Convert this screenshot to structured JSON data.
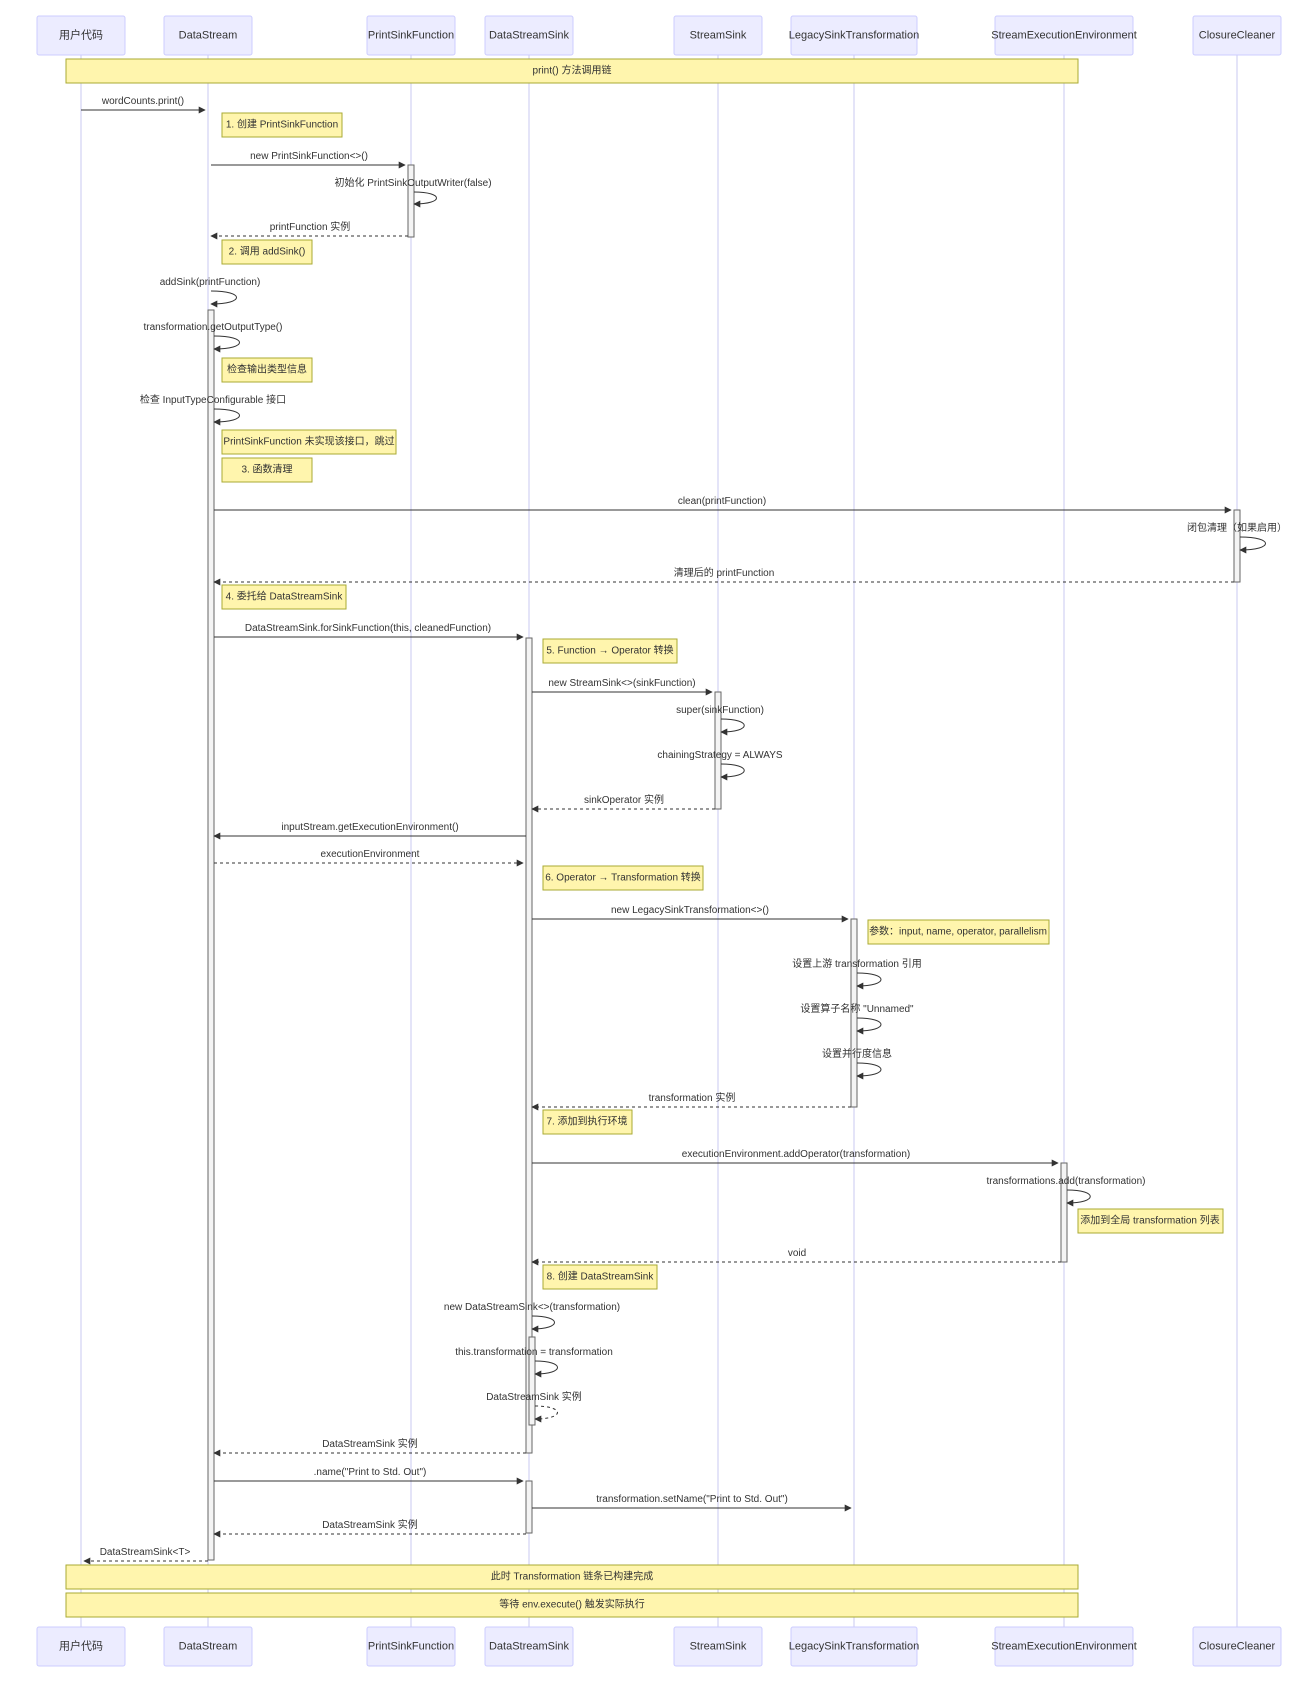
{
  "actors": [
    {
      "id": "user",
      "label": "用户代码"
    },
    {
      "id": "ds",
      "label": "DataStream"
    },
    {
      "id": "psf",
      "label": "PrintSinkFunction"
    },
    {
      "id": "dss",
      "label": "DataStreamSink"
    },
    {
      "id": "ss",
      "label": "StreamSink"
    },
    {
      "id": "lst",
      "label": "LegacySinkTransformation"
    },
    {
      "id": "see",
      "label": "StreamExecutionEnvironment"
    },
    {
      "id": "cc",
      "label": "ClosureCleaner"
    }
  ],
  "notes": [
    {
      "id": "n0",
      "text": "print() 方法调用链"
    },
    {
      "id": "n1",
      "text": "1. 创建 PrintSinkFunction"
    },
    {
      "id": "n2",
      "text": "2. 调用 addSink()"
    },
    {
      "id": "n3",
      "text": "检查输出类型信息"
    },
    {
      "id": "n4",
      "text": "PrintSinkFunction 未实现该接口，跳过"
    },
    {
      "id": "n5",
      "text": "3. 函数清理"
    },
    {
      "id": "n6",
      "text": "4. 委托给 DataStreamSink"
    },
    {
      "id": "n7",
      "text": "5. Function → Operator 转换"
    },
    {
      "id": "n8",
      "text": "6. Operator → Transformation 转换"
    },
    {
      "id": "n9",
      "text": "参数：input, name, operator, parallelism"
    },
    {
      "id": "n10",
      "text": "7. 添加到执行环境"
    },
    {
      "id": "n11",
      "text": "添加到全局 transformation 列表"
    },
    {
      "id": "n12",
      "text": "8. 创建 DataStreamSink"
    },
    {
      "id": "n13",
      "text": "此时 Transformation 链条已构建完成"
    },
    {
      "id": "n14",
      "text": "等待 env.execute() 触发实际执行"
    }
  ],
  "messages": [
    {
      "id": "m0",
      "from": "user",
      "to": "ds",
      "text": "wordCounts.print()",
      "type": "solid"
    },
    {
      "id": "m1",
      "from": "ds",
      "to": "psf",
      "text": "new PrintSinkFunction<>()",
      "type": "solid"
    },
    {
      "id": "m2",
      "from": "psf",
      "to": "psf",
      "text": "初始化 PrintSinkOutputWriter(false)",
      "type": "solid"
    },
    {
      "id": "m3",
      "from": "psf",
      "to": "ds",
      "text": "printFunction 实例",
      "type": "dashed"
    },
    {
      "id": "m4",
      "from": "ds",
      "to": "ds",
      "text": "addSink(printFunction)",
      "type": "solid"
    },
    {
      "id": "m5",
      "from": "ds",
      "to": "ds",
      "text": "transformation.getOutputType()",
      "type": "solid"
    },
    {
      "id": "m6",
      "from": "ds",
      "to": "ds",
      "text": "检查 InputTypeConfigurable 接口",
      "type": "solid"
    },
    {
      "id": "m7",
      "from": "ds",
      "to": "cc",
      "text": "clean(printFunction)",
      "type": "solid"
    },
    {
      "id": "m8",
      "from": "cc",
      "to": "cc",
      "text": "闭包清理（如果启用）",
      "type": "solid"
    },
    {
      "id": "m9",
      "from": "cc",
      "to": "ds",
      "text": "清理后的 printFunction",
      "type": "dashed"
    },
    {
      "id": "m10",
      "from": "ds",
      "to": "dss",
      "text": "DataStreamSink.forSinkFunction(this, cleanedFunction)",
      "type": "solid"
    },
    {
      "id": "m11",
      "from": "dss",
      "to": "ss",
      "text": "new StreamSink<>(sinkFunction)",
      "type": "solid"
    },
    {
      "id": "m12",
      "from": "ss",
      "to": "ss",
      "text": "super(sinkFunction)",
      "type": "solid"
    },
    {
      "id": "m13",
      "from": "ss",
      "to": "ss",
      "text": "chainingStrategy = ALWAYS",
      "type": "solid"
    },
    {
      "id": "m14",
      "from": "ss",
      "to": "dss",
      "text": "sinkOperator 实例",
      "type": "dashed"
    },
    {
      "id": "m15",
      "from": "dss",
      "to": "ds",
      "text": "inputStream.getExecutionEnvironment()",
      "type": "solid"
    },
    {
      "id": "m16",
      "from": "ds",
      "to": "dss",
      "text": "executionEnvironment",
      "type": "dashed"
    },
    {
      "id": "m17",
      "from": "dss",
      "to": "lst",
      "text": "new LegacySinkTransformation<>()",
      "type": "solid"
    },
    {
      "id": "m18",
      "from": "lst",
      "to": "lst",
      "text": "设置上游 transformation 引用",
      "type": "solid"
    },
    {
      "id": "m19",
      "from": "lst",
      "to": "lst",
      "text": "设置算子名称 \"Unnamed\"",
      "type": "solid"
    },
    {
      "id": "m20",
      "from": "lst",
      "to": "lst",
      "text": "设置并行度信息",
      "type": "solid"
    },
    {
      "id": "m21",
      "from": "lst",
      "to": "dss",
      "text": "transformation 实例",
      "type": "dashed"
    },
    {
      "id": "m22",
      "from": "dss",
      "to": "see",
      "text": "executionEnvironment.addOperator(transformation)",
      "type": "solid"
    },
    {
      "id": "m23",
      "from": "see",
      "to": "see",
      "text": "transformations.add(transformation)",
      "type": "solid"
    },
    {
      "id": "m24",
      "from": "see",
      "to": "dss",
      "text": "void",
      "type": "dashed"
    },
    {
      "id": "m25",
      "from": "dss",
      "to": "dss",
      "text": "new DataStreamSink<>(transformation)",
      "type": "solid"
    },
    {
      "id": "m26",
      "from": "dss",
      "to": "dss",
      "text": "this.transformation = transformation",
      "type": "solid"
    },
    {
      "id": "m27",
      "from": "dss",
      "to": "dss",
      "text": "DataStreamSink 实例",
      "type": "dashed"
    },
    {
      "id": "m28",
      "from": "dss",
      "to": "ds",
      "text": "DataStreamSink 实例",
      "type": "dashed"
    },
    {
      "id": "m29",
      "from": "ds",
      "to": "dss",
      "text": ".name(\"Print to Std. Out\")",
      "type": "solid"
    },
    {
      "id": "m30",
      "from": "dss",
      "to": "lst",
      "text": "transformation.setName(\"Print to Std. Out\")",
      "type": "solid"
    },
    {
      "id": "m31",
      "from": "dss",
      "to": "ds",
      "text": "DataStreamSink 实例",
      "type": "dashed"
    },
    {
      "id": "m32",
      "from": "ds",
      "to": "user",
      "text": "DataStreamSink<T>",
      "type": "dashed"
    }
  ]
}
